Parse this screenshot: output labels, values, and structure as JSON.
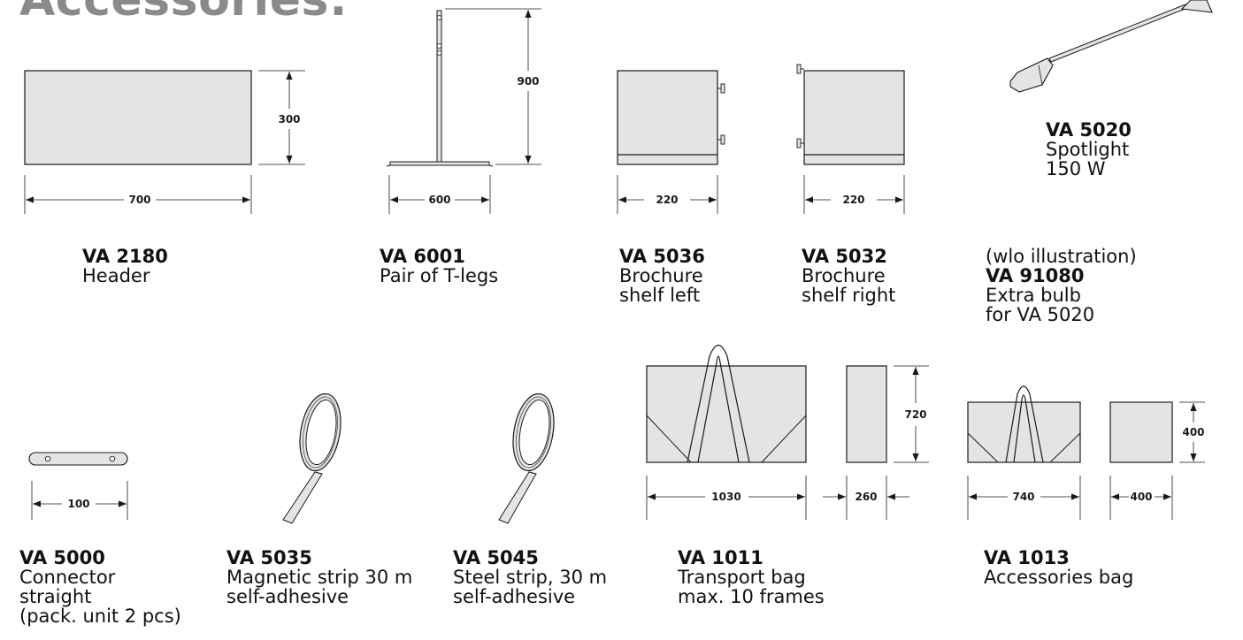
{
  "page": {
    "title": "Accessories:"
  },
  "items": {
    "header": {
      "code": "VA 2180",
      "lines": [
        "Header"
      ],
      "dims": {
        "width": "700",
        "height": "300"
      }
    },
    "tlegs": {
      "code": "VA 6001",
      "lines": [
        "Pair of T-legs"
      ],
      "dims": {
        "width": "600",
        "height": "900"
      }
    },
    "shelf_left": {
      "code": "VA 5036",
      "lines": [
        "Brochure",
        "shelf left"
      ],
      "dims": {
        "width": "220"
      }
    },
    "shelf_right": {
      "code": "VA 5032",
      "lines": [
        "Brochure",
        "shelf right"
      ],
      "dims": {
        "width": "220"
      }
    },
    "spotlight": {
      "code": "VA 5020",
      "lines": [
        "Spotlight",
        "150 W"
      ]
    },
    "bulb": {
      "note": "(wlo illustration)",
      "code": "VA 91080",
      "lines": [
        "Extra bulb",
        "for VA 5020"
      ]
    },
    "connector": {
      "code": "VA 5000",
      "lines": [
        "Connector",
        "straight",
        "(pack. unit 2 pcs)"
      ],
      "dims": {
        "width": "100"
      }
    },
    "magnetic": {
      "code": "VA 5035",
      "lines": [
        "Magnetic strip 30 m",
        "self-adhesive"
      ]
    },
    "steel": {
      "code": "VA 5045",
      "lines": [
        "Steel strip, 30 m",
        "self-adhesive"
      ]
    },
    "transport": {
      "code": "VA 1011",
      "lines": [
        "Transport bag",
        "max. 10 frames"
      ],
      "dims": {
        "width": "1030",
        "depth": "260",
        "height": "720"
      }
    },
    "acc_bag": {
      "code": "VA 1013",
      "lines": [
        "Accessories bag"
      ],
      "dims": {
        "width": "740",
        "depth": "400",
        "height": "400"
      }
    }
  },
  "colors": {
    "panel_fill": "#e4e4e4",
    "stroke": "#1a1a1a",
    "title_color": "#8a8a8a"
  }
}
